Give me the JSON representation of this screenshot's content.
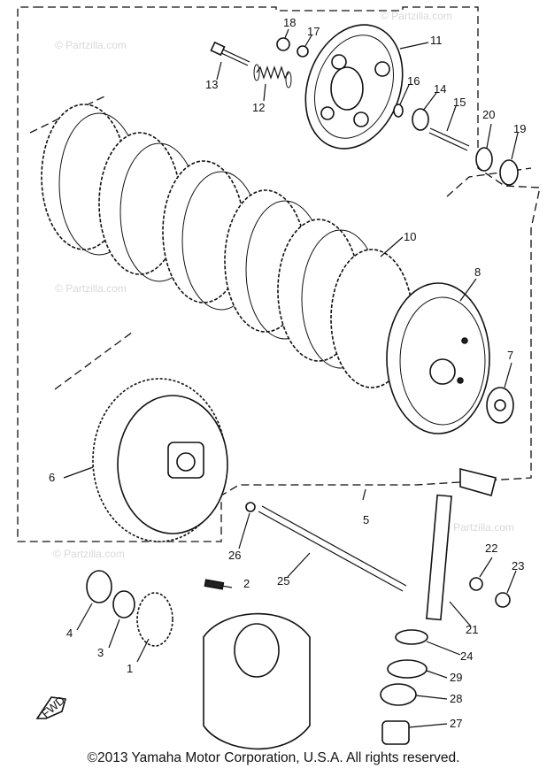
{
  "watermarks": [
    "© Partzilla.com",
    "© Partzilla.com",
    "© Partzilla.com",
    "© Partzilla.com",
    "© Partzilla.com"
  ],
  "fwd_label": "FWD",
  "callouts": {
    "c1": "1",
    "c2": "2",
    "c3": "3",
    "c4": "4",
    "c5": "5",
    "c6": "6",
    "c7": "7",
    "c8": "8",
    "c10": "10",
    "c11": "11",
    "c12": "12",
    "c13": "13",
    "c14": "14",
    "c15": "15",
    "c16": "16",
    "c17": "17",
    "c18": "18",
    "c19": "19",
    "c20": "20",
    "c21": "21",
    "c22": "22",
    "c23": "23",
    "c24": "24",
    "c25": "25",
    "c26": "26",
    "c27": "27",
    "c28": "28",
    "c29": "29"
  },
  "copyright": "©2013  Yamaha Motor Corporation, U.S.A. All rights reserved."
}
